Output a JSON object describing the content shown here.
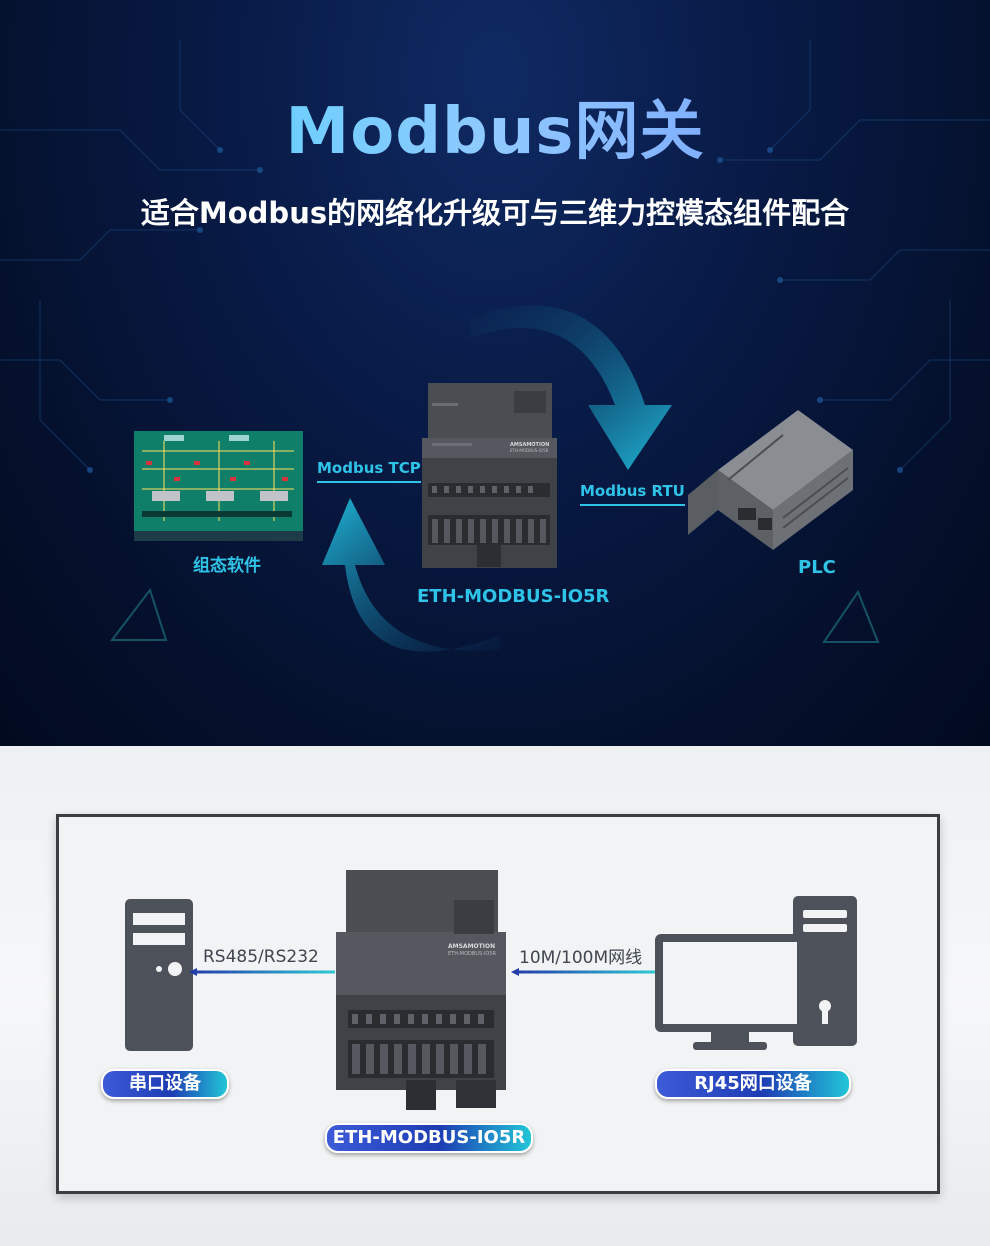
{
  "hero": {
    "title": "Modbus网关",
    "subtitle": "适合Modbus的网络化升级可与三维力控模态组件配合",
    "labels": {
      "modbus_tcp": "Modbus TCP",
      "modbus_rtu": "Modbus RTU",
      "scada": "组态软件",
      "device": "ETH-MODBUS-IO5R",
      "plc": "PLC"
    },
    "device_brand": "AMSAMOTION",
    "device_model_small": "ETH-MODBUS-IO5R"
  },
  "diagram": {
    "left_link": "RS485/RS232",
    "right_link": "10M/100M网线",
    "left_device": "串口设备",
    "center_device": "ETH-MODBUS-IO5R",
    "right_device": "RJ45网口设备"
  },
  "colors": {
    "accent": "#2fc3e8",
    "pill_start": "#3d5bd8",
    "pill_end": "#22c6d8",
    "device_body": "#4a4d52"
  }
}
